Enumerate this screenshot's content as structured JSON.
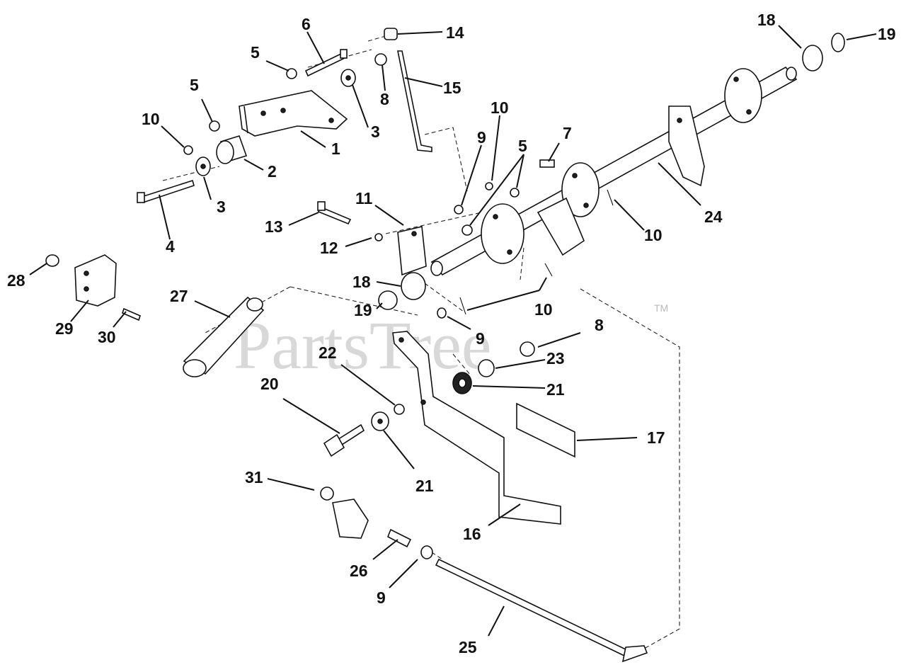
{
  "watermark": {
    "text": "PartsTree",
    "trademark": "TM"
  },
  "callouts": {
    "c1": "1",
    "c2": "2",
    "c3a": "3",
    "c3b": "3",
    "c4": "4",
    "c5a": "5",
    "c5b": "5",
    "c5c": "5",
    "c6": "6",
    "c7": "7",
    "c8a": "8",
    "c8b": "8",
    "c9a": "9",
    "c9b": "9",
    "c9c": "9",
    "c10a": "10",
    "c10b": "10",
    "c10c": "10",
    "c10d": "10",
    "c11": "11",
    "c12": "12",
    "c13": "13",
    "c14": "14",
    "c15": "15",
    "c16": "16",
    "c17": "17",
    "c18a": "18",
    "c18b": "18",
    "c19a": "19",
    "c19b": "19",
    "c20": "20",
    "c21a": "21",
    "c21b": "21",
    "c22": "22",
    "c23": "23",
    "c24": "24",
    "c25": "25",
    "c26": "26",
    "c27": "27",
    "c28": "28",
    "c29": "29",
    "c30": "30",
    "c31": "31"
  }
}
